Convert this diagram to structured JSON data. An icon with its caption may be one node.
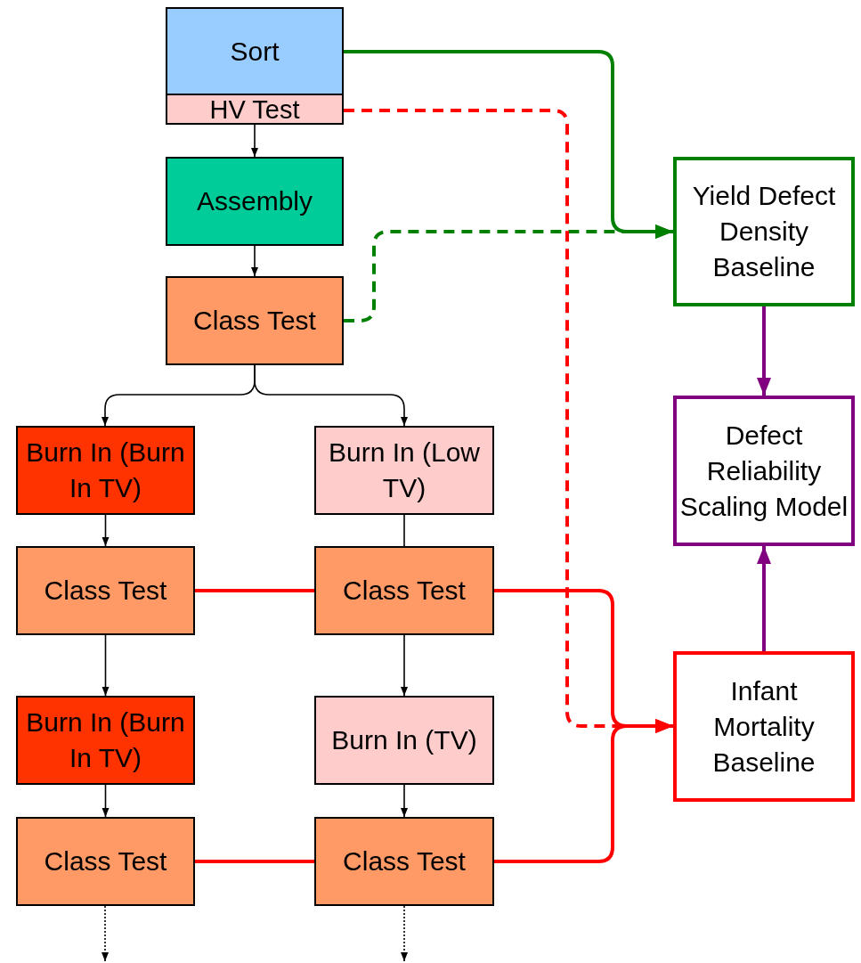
{
  "diagram": {
    "nodes": [
      {
        "text": [
          "Sort"
        ]
      },
      {
        "text": [
          "HV Test"
        ]
      },
      {
        "text": [
          "Assembly"
        ]
      },
      {
        "text": [
          "Class Test"
        ]
      },
      {
        "text": [
          "Burn In (Burn In TV)"
        ]
      },
      {
        "text": [
          "Burn In (Low TV)"
        ]
      },
      {
        "text": [
          "Class Test"
        ]
      },
      {
        "text": [
          "Class Test"
        ]
      },
      {
        "text": [
          "Burn In (Burn In TV)"
        ]
      },
      {
        "text": [
          "Burn In (TV)"
        ]
      },
      {
        "text": [
          "Class Test"
        ]
      },
      {
        "text": [
          "Class Test"
        ]
      },
      {
        "text": [
          "Yield Defect Density Baseline"
        ]
      },
      {
        "text": [
          "Defect Reliability Scaling Model"
        ]
      },
      {
        "text": [
          "Infant Mortality Baseline"
        ]
      }
    ],
    "edges": [
      {
        "from": 1,
        "to": 2,
        "arrow": "to"
      },
      {
        "from": 2,
        "to": 3,
        "arrow": "to"
      },
      {
        "from": 3,
        "to": 4,
        "arrow": "to"
      },
      {
        "from": 3,
        "to": 5,
        "arrow": "to"
      },
      {
        "from": 4,
        "to": 6,
        "arrow": "to"
      },
      {
        "from": 5,
        "to": 7,
        "arrow": "none"
      },
      {
        "from": 6,
        "to": 8,
        "arrow": "to"
      },
      {
        "from": 7,
        "to": 9,
        "arrow": "to"
      },
      {
        "from": 8,
        "to": 10,
        "arrow": "to"
      },
      {
        "from": 9,
        "to": 11,
        "arrow": "to"
      },
      {
        "from": 10,
        "to": null,
        "arrow": "to",
        "style": "dashed"
      },
      {
        "from": 11,
        "to": null,
        "arrow": "to",
        "style": "dashed"
      },
      {
        "from": 0,
        "to": 12,
        "arrow": "to",
        "style": "thick",
        "color": "#008000"
      },
      {
        "from": 3,
        "to": 12,
        "arrow": "to",
        "style": "dashed",
        "color": "#008000"
      },
      {
        "from": 1,
        "to": 14,
        "arrow": "to",
        "style": "dashed",
        "color": "#ff0000"
      },
      {
        "from": 6,
        "to": 7,
        "arrow": "none",
        "style": "thick",
        "color": "#ff0000"
      },
      {
        "from": 7,
        "to": 14,
        "arrow": "to",
        "style": "thick",
        "color": "#ff0000"
      },
      {
        "from": 10,
        "to": 11,
        "arrow": "none",
        "style": "thick",
        "color": "#ff0000"
      },
      {
        "from": 11,
        "to": 14,
        "arrow": "to",
        "style": "thick",
        "color": "#ff0000"
      },
      {
        "from": 12,
        "to": 13,
        "arrow": "to",
        "style": "thick",
        "color": "#800080"
      },
      {
        "from": 14,
        "to": 13,
        "arrow": "to",
        "style": "thick",
        "color": "#800080"
      }
    ]
  }
}
